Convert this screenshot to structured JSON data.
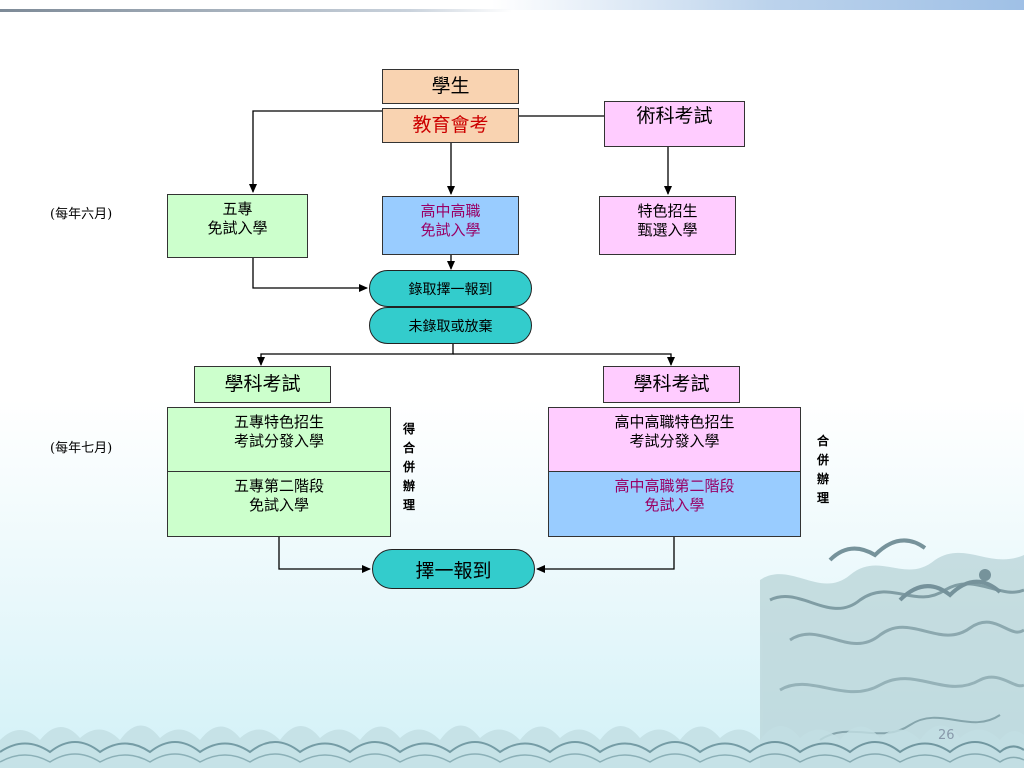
{
  "header": {
    "bar": "top-decoration"
  },
  "nodes": {
    "student": "學生",
    "exam": "教育會考",
    "arts_test": "術科考試",
    "five_year_free": "五專\n免試入學",
    "highschool_free": "高中高職\n免試入學",
    "specialty_screening": "特色招生\n甄選入學",
    "admit_choose": "錄取擇一報到",
    "not_admitted": "未錄取或放棄",
    "subject_test_left": "學科考試",
    "subject_test_right": "學科考試",
    "five_year_specialty": "五專特色招生\n考試分發入學",
    "five_year_second": "五專第二階段\n免試入學",
    "hs_specialty": "高中高職特色招生\n考試分發入學",
    "hs_second": "高中高職第二階段\n免試入學",
    "final_choose": "擇一報到"
  },
  "side_labels": {
    "june": "(每年六月)",
    "july": "(每年七月)"
  },
  "notes": {
    "may_merge": "得合併辦理",
    "merge": "合併辦理"
  },
  "page_number": "26",
  "colors": {
    "peach": "#f9d3b1",
    "pink": "#ffccff",
    "green": "#ccffcc",
    "blue": "#99ccff",
    "teal": "#33cccc",
    "red_text": "#cc0000",
    "magenta_text": "#990066"
  },
  "decorations": [
    "wave-pattern",
    "dragon-illustration"
  ]
}
